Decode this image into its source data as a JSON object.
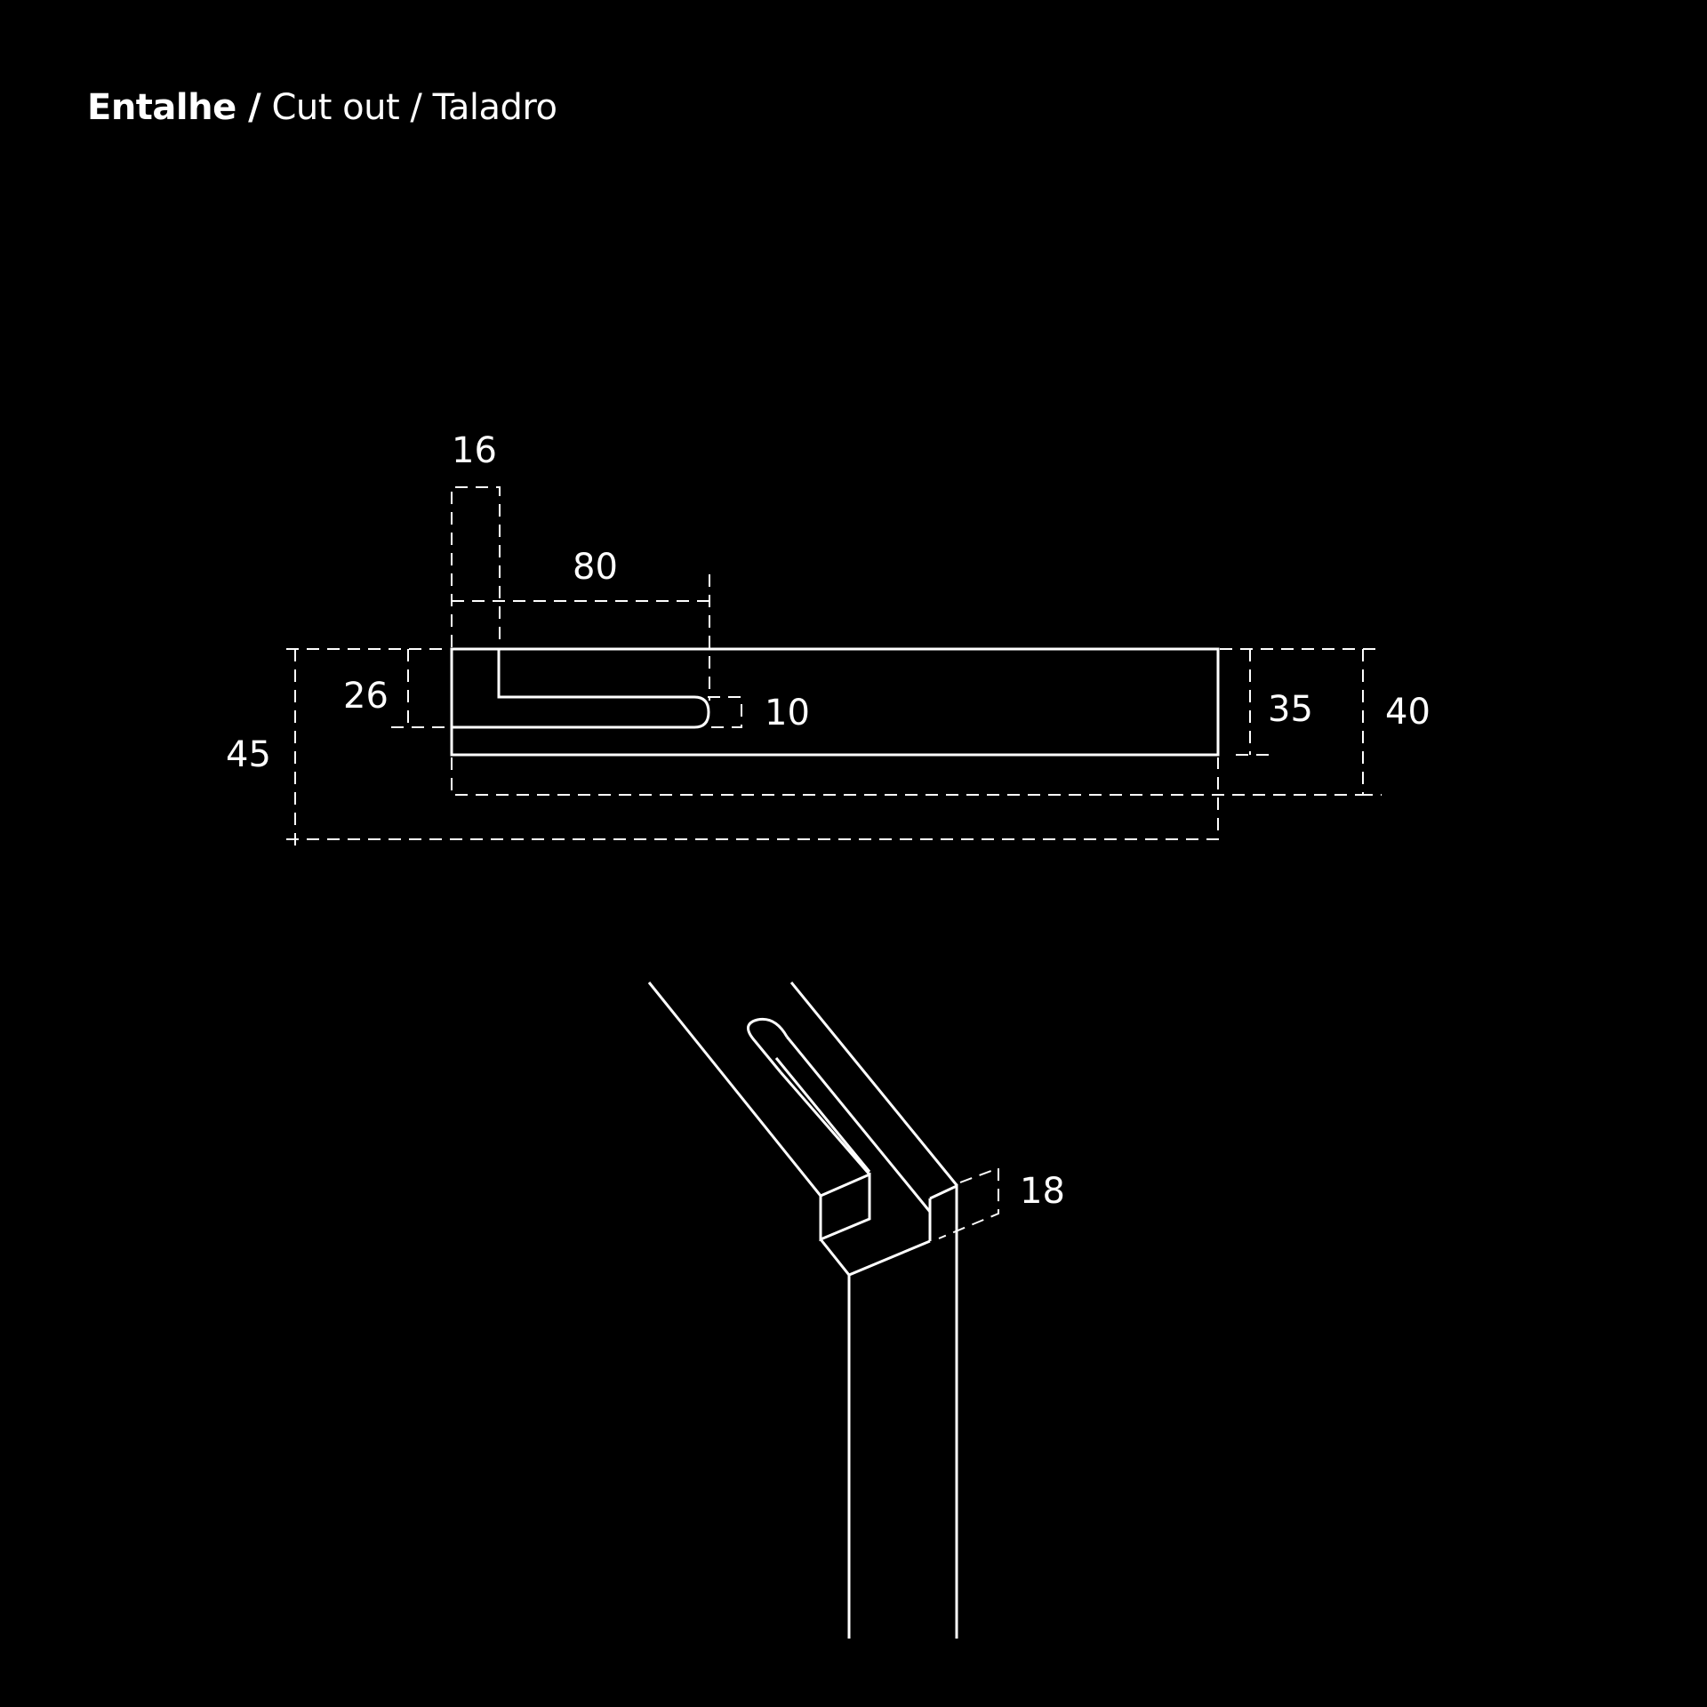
{
  "title": {
    "bold": "Entalhe /",
    "rest": " Cut out / Taladro"
  },
  "dimensions": {
    "d16": "16",
    "d80": "80",
    "d26": "26",
    "d10": "10",
    "d45": "45",
    "d35": "35",
    "d40": "40",
    "d18": "18"
  },
  "colors": {
    "background": "#000000",
    "lines": "#ffffff"
  }
}
